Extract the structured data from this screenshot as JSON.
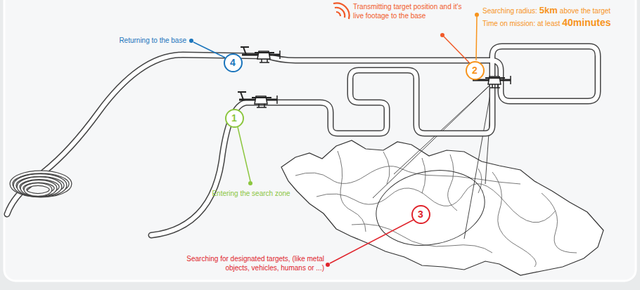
{
  "diagram": {
    "nodes": [
      {
        "text": [
          "1"
        ]
      },
      {
        "text": [
          "2"
        ]
      },
      {
        "text": [
          "3"
        ]
      },
      {
        "text": [
          "4"
        ]
      }
    ],
    "labels": [
      "Transmitting target position and it's live footage to the base",
      "Searching radius:",
      "5km",
      "above the target",
      "Time on mission: at least",
      "40minutes",
      "Returning to the base",
      "Entering the search zone",
      "Searching for designated targets, (like metal objects, vehicles, humans or ...)"
    ]
  }
}
